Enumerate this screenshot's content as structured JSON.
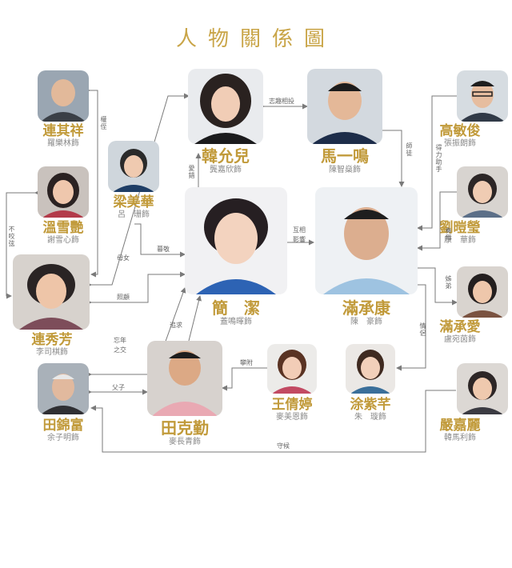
{
  "title": "人物關係圖",
  "characters": {
    "lian_qixiang": {
      "name": "連其祥",
      "actor": "羅樂林飾"
    },
    "wen_xueyan": {
      "name": "溫雪艷",
      "actor": "謝雪心飾"
    },
    "lian_xiufang": {
      "name": "連秀芳",
      "actor": "李司棋飾"
    },
    "tian_jinfu": {
      "name": "田錦富",
      "actor": "余子明飾"
    },
    "liang_meihua": {
      "name": "梁美華",
      "actor": "呂　珊飾"
    },
    "han_yuner": {
      "name": "韓允兒",
      "actor": "龔嘉欣飾"
    },
    "jian_jie": {
      "name": "簡　潔",
      "actor": "蓋鳴暉飾"
    },
    "tian_keqin": {
      "name": "田克勤",
      "actor": "麥長青飾"
    },
    "ma_yiming": {
      "name": "馬一鳴",
      "actor": "陳智燊飾"
    },
    "man_chengkang": {
      "name": "滿承康",
      "actor": "陳　豪飾"
    },
    "wang_qianting": {
      "name": "王倩婷",
      "actor": "麥美恩飾"
    },
    "tu_ziqian": {
      "name": "涂紫芊",
      "actor": "朱　璇飾"
    },
    "gao_minjun": {
      "name": "高敏俊",
      "actor": "張振朗飾"
    },
    "liu_kaiying": {
      "name": "劉暟瑩",
      "actor": "康　華飾"
    },
    "man_chengai": {
      "name": "滿承愛",
      "actor": "盧宛茵飾"
    },
    "yan_jiali": {
      "name": "嚴嘉麗",
      "actor": "韓馬利飾"
    }
  },
  "relations": {
    "quanzhi": "權侄",
    "bujiaoxian": "不咬弦",
    "munv": "母女",
    "mujing": "暮敬",
    "zhaogu": "照顧",
    "aimu": "愛錯",
    "zhiqu": "志趣相投",
    "shitu": "師徒",
    "huxiang": "互相影響",
    "delizhushou": "得力助手",
    "zhuji": "奏拜",
    "jiedi": "姊弟",
    "zhuiqiu": "追求",
    "wangnian": "忘年之交",
    "fuzi": "父子",
    "panfu": "攀附",
    "qinglv": "情侶",
    "shouhou": "守候"
  },
  "colors": {
    "title": "#c9a548",
    "name": "#c19a3a",
    "actor": "#8a8a8a",
    "line": "#7a7a7a"
  }
}
